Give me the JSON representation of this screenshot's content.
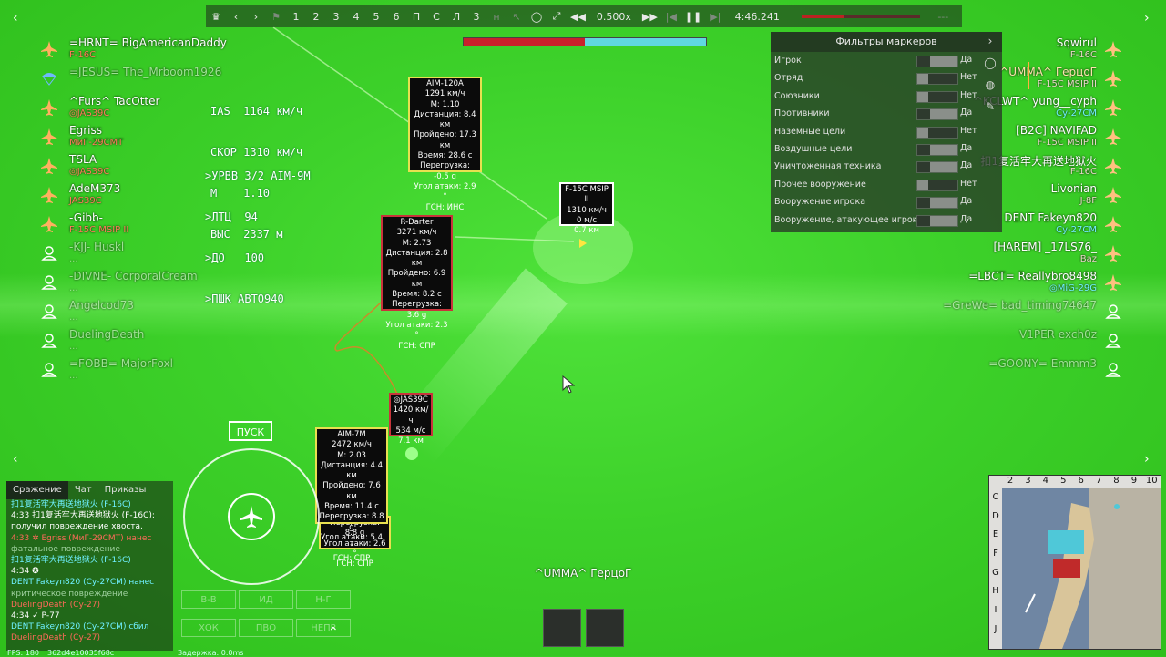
{
  "toolbar": {
    "items": [
      "1",
      "2",
      "3",
      "4",
      "5",
      "6",
      "П",
      "С",
      "Л",
      "3"
    ],
    "speed": "0.500x",
    "time": "4:46.241",
    "end_label": "---"
  },
  "health": {
    "red_fraction": 0.5,
    "cyan_fraction": 0.5
  },
  "left_team": [
    {
      "name": "=HRNT= BigAmericanDaddy",
      "vehicle": "F-16C",
      "icon": "jet-icon",
      "dead": false
    },
    {
      "name": "=JESUS= The_Mrboom1926",
      "vehicle": "",
      "icon": "parachute-icon",
      "dead": true
    },
    {
      "name": "^Furs^ TacOtter",
      "vehicle": "◎JAS39C",
      "icon": "jet-icon",
      "dead": false
    },
    {
      "name": "Egriss",
      "vehicle": "МиГ-29СМТ",
      "icon": "jet-icon",
      "dead": false
    },
    {
      "name": "TSLA",
      "vehicle": "◎JAS39C",
      "icon": "jet-icon",
      "dead": false
    },
    {
      "name": "AdeM373",
      "vehicle": "JAS39C",
      "icon": "jet-icon",
      "dead": false
    },
    {
      "name": "-Gibb-",
      "vehicle": "F-15C MSIP II",
      "icon": "jet-icon",
      "dead": false
    },
    {
      "name": "-KJJ- Huskl",
      "vehicle": "...",
      "icon": "pilot-icon",
      "dead": true
    },
    {
      "name": "-DIVNE- CorporalCream",
      "vehicle": "...",
      "icon": "pilot-icon",
      "dead": true
    },
    {
      "name": "Angelcod73",
      "vehicle": "...",
      "icon": "pilot-icon",
      "dead": true
    },
    {
      "name": "DuelingDeath",
      "vehicle": "...",
      "icon": "pilot-icon",
      "dead": true
    },
    {
      "name": "=FOBB= MajorFoxl",
      "vehicle": "...",
      "icon": "pilot-icon",
      "dead": true
    }
  ],
  "right_team": [
    {
      "name": "Sqwirul",
      "vehicle": "F-16C",
      "icon": "jet-icon",
      "dead": false,
      "cy": false,
      "hl": false
    },
    {
      "name": "^UMMA^ ГерцоГ",
      "vehicle": "F-15C MSIP II",
      "icon": "jet-icon",
      "dead": false,
      "cy": false,
      "hl": true
    },
    {
      "name": "^KCLWT^ yung__cyph",
      "vehicle": "Су-27СМ",
      "icon": "jet-icon",
      "dead": false,
      "cy": true,
      "hl": false
    },
    {
      "name": "[B2C] NAVIFAD",
      "vehicle": "F-15C MSIP II",
      "icon": "jet-icon",
      "dead": false,
      "cy": false,
      "hl": false
    },
    {
      "name": "扣1复活牢大再送地狱火",
      "vehicle": "F-16C",
      "icon": "jet-icon",
      "dead": false,
      "cy": false,
      "hl": false
    },
    {
      "name": "Livonian",
      "vehicle": "J-8F",
      "icon": "jet-icon",
      "dead": false,
      "cy": false,
      "hl": false
    },
    {
      "name": "DENT Fakeyn820",
      "vehicle": "Су-27СМ",
      "icon": "jet-icon",
      "dead": false,
      "cy": true,
      "hl": false
    },
    {
      "name": "[HAREM] _17LS76_",
      "vehicle": "Baz",
      "icon": "jet-icon",
      "dead": false,
      "cy": false,
      "hl": false
    },
    {
      "name": "=LBCT= Reallybro8498",
      "vehicle": "◎MiG-29G",
      "icon": "jet-icon",
      "dead": false,
      "cy": true,
      "hl": false
    },
    {
      "name": "=GreWe= bad_timing74647",
      "vehicle": "",
      "icon": "pilot-icon",
      "dead": true,
      "cy": false,
      "hl": false
    },
    {
      "name": "V1PER exch0z",
      "vehicle": "",
      "icon": "pilot-icon",
      "dead": true,
      "cy": false,
      "hl": false
    },
    {
      "name": "=GOONY= Emmm3",
      "vehicle": "",
      "icon": "pilot-icon",
      "dead": true,
      "cy": false,
      "hl": false
    }
  ],
  "hud": {
    "lines": [
      "IAS  1164 км/ч",
      "СКОР 1310 км/ч",
      "М    1.10",
      "ВЫС  2337 м"
    ],
    "weapons": [
      ">УРВВ 3/2 AIM-9M",
      ">ЛТЦ  94",
      ">ДО   100",
      ">ПШК АВТО940"
    ]
  },
  "markers": {
    "aim120a": [
      "AIM-120A",
      "1291 км/ч",
      "М: 1.10",
      "Дистанция: 8.4 км",
      "Пройдено: 17.3 км",
      "Время: 28.6 с",
      "Перегрузка: -0.5 g",
      "Угол атаки: 2.9 °",
      "ГСН: ИНС"
    ],
    "f15": [
      "F-15C MSIP II",
      "1310 км/ч",
      "0 м/с",
      "0.7 км"
    ],
    "rdarter": [
      "R-Darter",
      "3271 км/ч",
      "М: 2.73",
      "Дистанция: 2.8 км",
      "Пройдено: 6.9 км",
      "Время: 8.2 с",
      "Перегрузка: 3.6 g",
      "Угол атаки: 2.3 °",
      "ГСН: СПР"
    ],
    "jas": [
      "◎JAS39C",
      "1420 км/ч",
      "534 м/с",
      "7.1 км"
    ],
    "aim7m": [
      "AIM-7M",
      "2472 км/ч",
      "М: 2.03",
      "Дистанция: 4.4 км",
      "Пройдено: 7.6 км",
      "Время: 11.4 с",
      "Перегрузка: 8.8 g",
      "Угол атаки: 5.4 °",
      "ГСН: СПР"
    ],
    "aim7m_b": [
      "Перегрузка: 8.8 g",
      "Угол атаки: 2.6 °",
      "ГСН: СПР"
    ]
  },
  "filter": {
    "title": "Фильтры маркеров",
    "rows": [
      {
        "label": "Игрок",
        "on": true,
        "val": "Да"
      },
      {
        "label": "Отряд",
        "on": false,
        "val": "Нет"
      },
      {
        "label": "Союзники",
        "on": false,
        "val": "Нет"
      },
      {
        "label": "Противники",
        "on": true,
        "val": "Да"
      },
      {
        "label": "Наземные цели",
        "on": false,
        "val": "Нет"
      },
      {
        "label": "Воздушные цели",
        "on": true,
        "val": "Да"
      },
      {
        "label": "Уничтоженная техника",
        "on": true,
        "val": "Да"
      },
      {
        "label": "Прочее вооружение",
        "on": false,
        "val": "Нет"
      },
      {
        "label": "Вооружение игрока",
        "on": true,
        "val": "Да"
      },
      {
        "label": "Вооружение, атакующее игрока",
        "on": true,
        "val": "Да"
      }
    ]
  },
  "chat": {
    "tabs": [
      "Сражение",
      "Чат",
      "Приказы"
    ],
    "lines": [
      {
        "t": "扣1复活牢大再送地狱火 (F-16C)",
        "c": "c-cy"
      },
      {
        "t": "4:33 扣1复活牢大再送地狱火 (F-16C):",
        "c": "c-w"
      },
      {
        "t": "получил повреждение хвоста.",
        "c": "c-w"
      },
      {
        "t": "4:33 ✲ Egriss (МиГ-29СМТ) нанес",
        "c": "c-rd"
      },
      {
        "t": "фатальное повреждение",
        "c": "c-g"
      },
      {
        "t": "扣1复活牢大再送地狱火 (F-16C)",
        "c": "c-cy"
      },
      {
        "t": "4:34 ✪",
        "c": "c-w"
      },
      {
        "t": "DENT Fakeyn820 (Су-27СМ) нанес",
        "c": "c-cy"
      },
      {
        "t": "критическое повреждение",
        "c": "c-g"
      },
      {
        "t": "DuelingDeath (Су-27)",
        "c": "c-rd"
      },
      {
        "t": "4:34 ✓ Р-77",
        "c": "c-w"
      },
      {
        "t": "DENT Fakeyn820 (Су-27СМ) сбил",
        "c": "c-cy"
      },
      {
        "t": "DuelingDeath (Су-27)",
        "c": "c-rd"
      }
    ]
  },
  "launch_label": "ПУСК",
  "commands": [
    "В-В",
    "ИД",
    "Н-Г",
    "ХОК",
    "ПВО",
    "НЕПР"
  ],
  "target_name": "^UMMA^ ГерцоГ",
  "footer": {
    "fps": "FPS: 180",
    "hash": "362d4e10035f68c",
    "delay": "Задержка: 0.0ms"
  },
  "minimap": {
    "cols": [
      "2",
      "3",
      "4",
      "5",
      "6",
      "7",
      "8",
      "9",
      "10"
    ],
    "rows": [
      "C",
      "D",
      "E",
      "F",
      "G",
      "H",
      "I",
      "J"
    ]
  }
}
